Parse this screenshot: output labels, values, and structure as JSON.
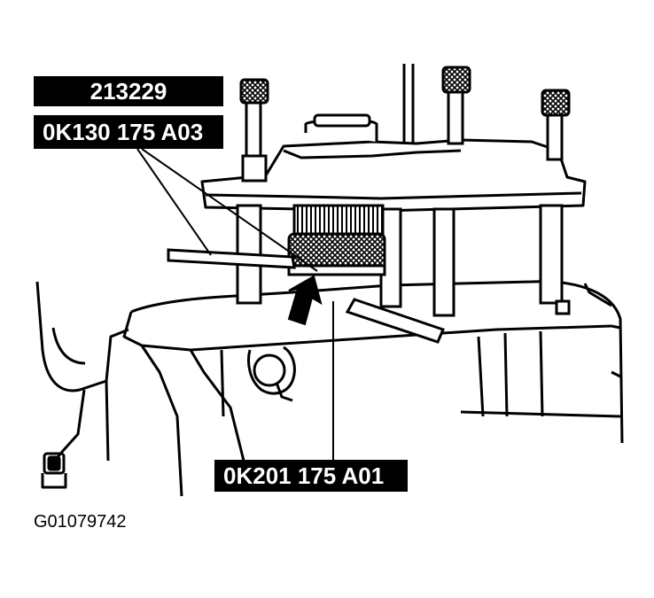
{
  "labels": {
    "tool_1": "213229",
    "tool_2": "0K130 175 A03",
    "tool_3": "0K201 175 A01"
  },
  "figure_id": "G01079742"
}
